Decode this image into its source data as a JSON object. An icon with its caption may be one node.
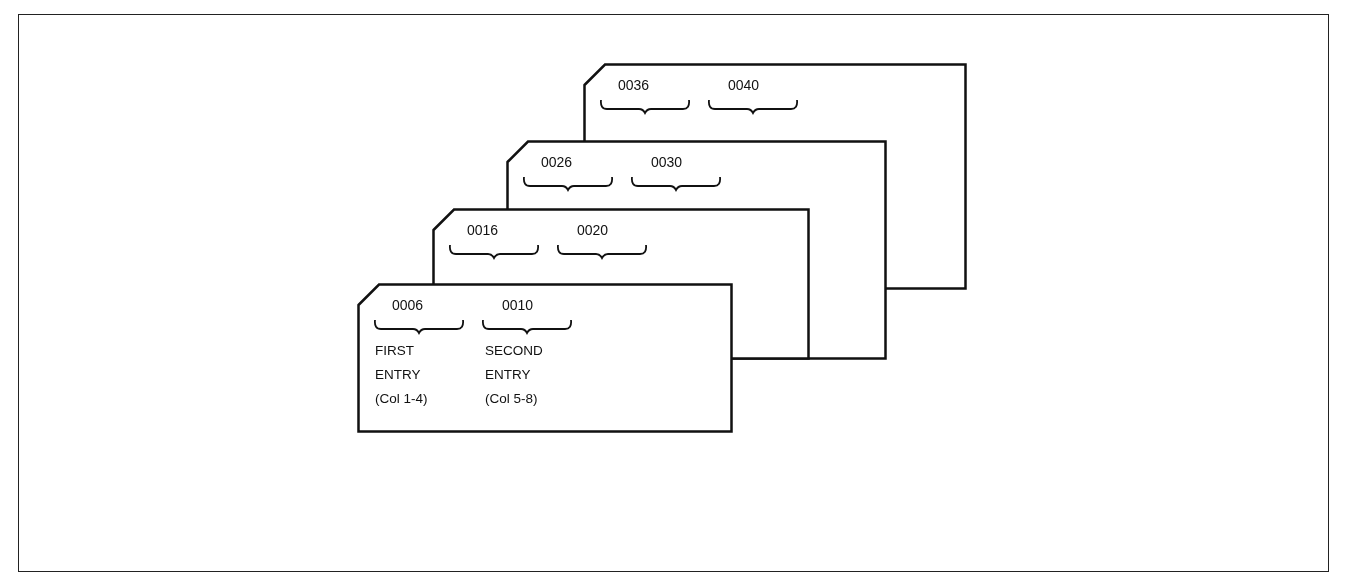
{
  "diagram": {
    "nodes": [
      {
        "text": [
          "0036",
          "0040"
        ]
      },
      {
        "text": [
          "0026",
          "0030"
        ]
      },
      {
        "text": [
          "0016",
          "0020"
        ]
      },
      {
        "text": [
          "0006",
          "0010",
          "FIRST ENTRY (Col 1-4)",
          "SECOND ENTRY (Col 5-8)"
        ]
      }
    ],
    "edges": []
  }
}
